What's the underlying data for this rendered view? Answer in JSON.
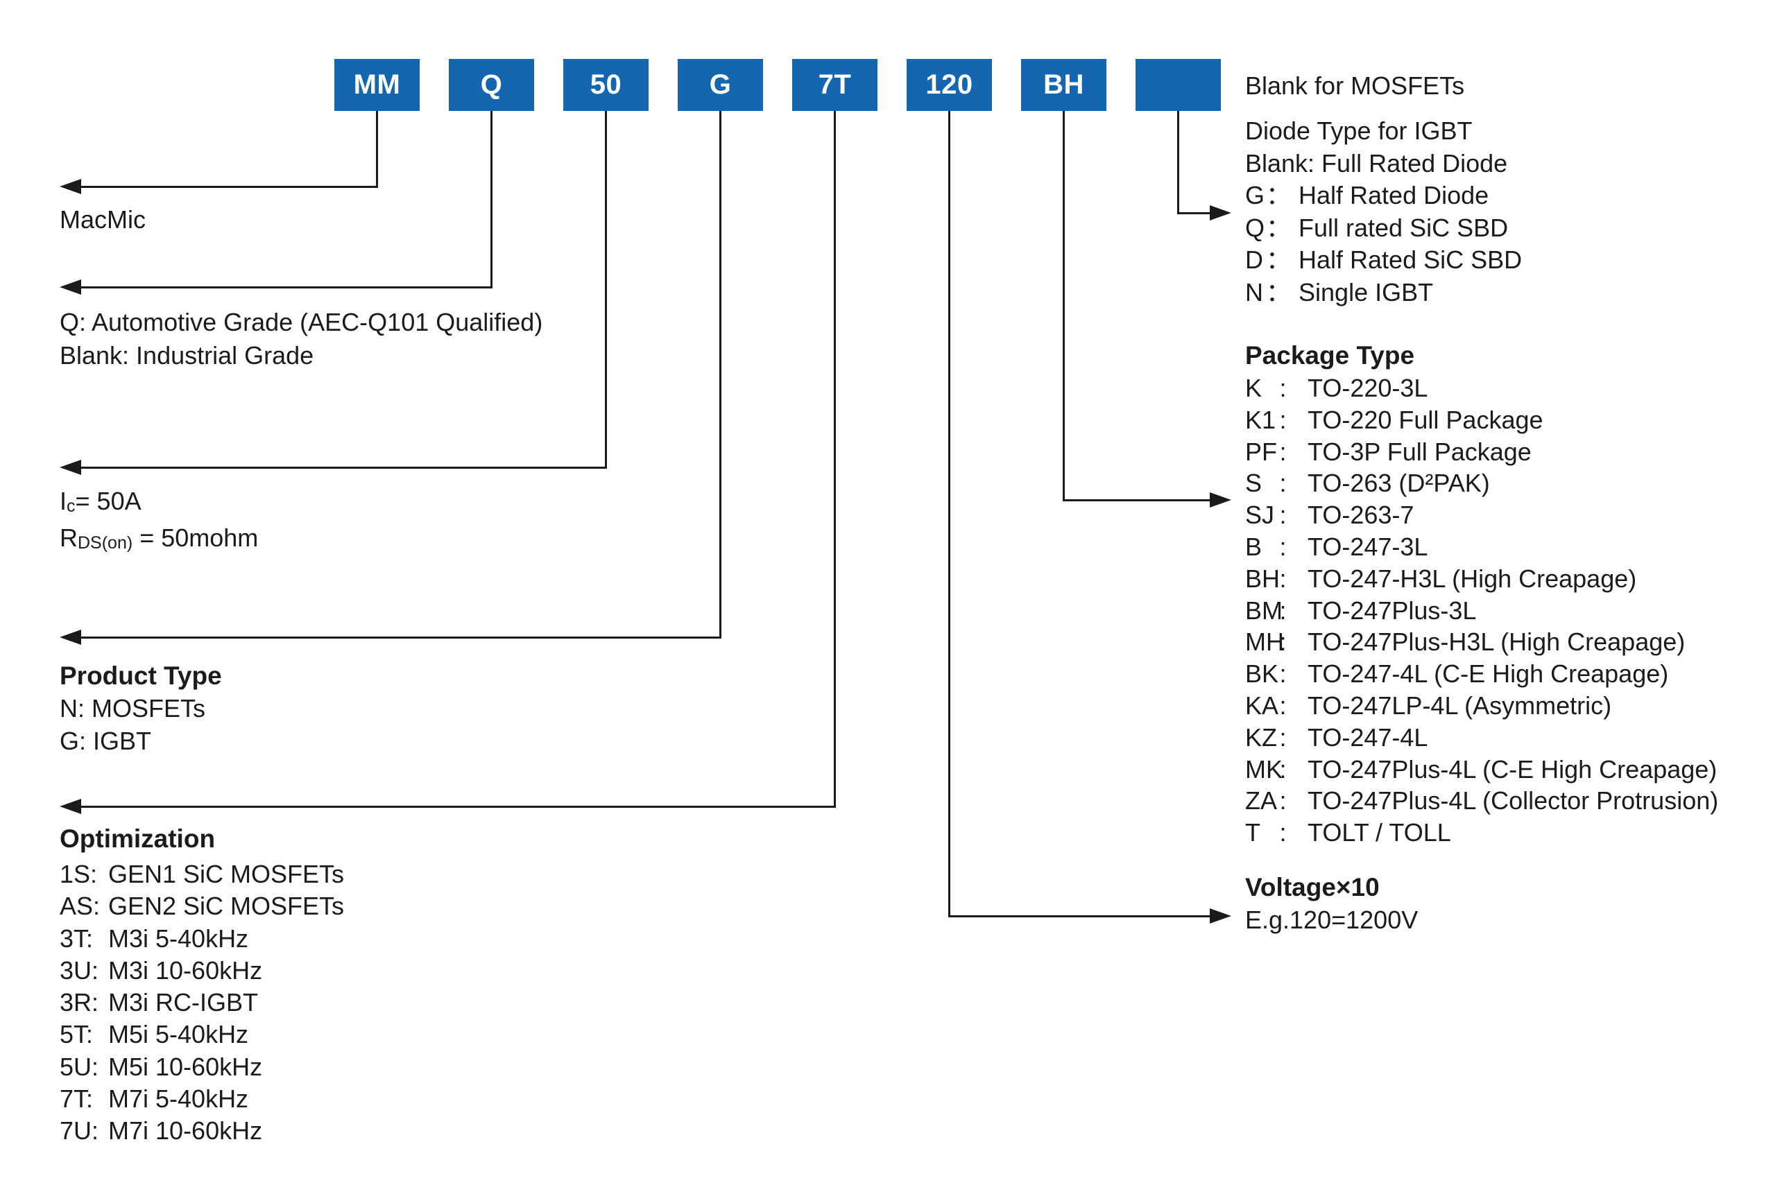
{
  "colors": {
    "box_blue": "#1366AF",
    "line_black": "#1b1b1b"
  },
  "part_boxes": [
    {
      "label": "MM"
    },
    {
      "label": "Q"
    },
    {
      "label": "50"
    },
    {
      "label": "G"
    },
    {
      "label": "7T"
    },
    {
      "label": "120"
    },
    {
      "label": "BH"
    },
    {
      "label": ""
    }
  ],
  "left": {
    "brand": "MacMic",
    "grade": {
      "lines": [
        "Q: Automotive Grade (AEC-Q101 Qualified)",
        "Blank: Industrial Grade"
      ]
    },
    "rating": {
      "i_sym": "I",
      "i_sub": "c",
      "i_rest": "= 50A",
      "r_sym": "R",
      "r_sub": "DS(on)",
      "r_rest": " = 50mohm"
    },
    "product_type": {
      "title": "Product Type",
      "lines": [
        "N: MOSFETs",
        "G: IGBT"
      ]
    },
    "optimization": {
      "title": "Optimization",
      "rows": [
        {
          "code": "1S:",
          "desc": "GEN1 SiC MOSFETs"
        },
        {
          "code": "AS:",
          "desc": "GEN2 SiC MOSFETs"
        },
        {
          "code": "3T:",
          "desc": "M3i 5-40kHz"
        },
        {
          "code": "3U:",
          "desc": "M3i 10-60kHz"
        },
        {
          "code": "3R:",
          "desc": "M3i RC-IGBT"
        },
        {
          "code": "5T:",
          "desc": "M5i 5-40kHz"
        },
        {
          "code": "5U:",
          "desc": "M5i 10-60kHz"
        },
        {
          "code": "7T:",
          "desc": "M7i 5-40kHz"
        },
        {
          "code": "7U:",
          "desc": "M7i 10-60kHz"
        }
      ]
    }
  },
  "right": {
    "mosfet_note": "Blank for MOSFETs",
    "diode": {
      "title": "Diode Type for IGBT",
      "subtitle": "Blank: Full Rated Diode",
      "colon": "：",
      "rows": [
        {
          "code": "G",
          "desc": "Half Rated Diode"
        },
        {
          "code": "Q",
          "desc": "Full rated SiC SBD"
        },
        {
          "code": "D",
          "desc": "Half Rated SiC SBD"
        },
        {
          "code": "N",
          "desc": "Single IGBT"
        }
      ]
    },
    "package": {
      "title": "Package Type",
      "colon": ":",
      "rows": [
        {
          "code": "K",
          "desc": "TO-220-3L"
        },
        {
          "code": "K1",
          "desc": "TO-220 Full Package"
        },
        {
          "code": "PF",
          "desc": "TO-3P Full Package"
        },
        {
          "code": "S",
          "desc": "TO-263 (D²PAK)"
        },
        {
          "code": "SJ",
          "desc": "TO-263-7"
        },
        {
          "code": "B",
          "desc": "TO-247-3L"
        },
        {
          "code": "BH",
          "desc": "TO-247-H3L (High Creapage)"
        },
        {
          "code": "BM",
          "desc": "TO-247Plus-3L"
        },
        {
          "code": "MH",
          "desc": "TO-247Plus-H3L (High Creapage)"
        },
        {
          "code": "BK",
          "desc": "TO-247-4L (C-E High Creapage)"
        },
        {
          "code": "KA",
          "desc": "TO-247LP-4L (Asymmetric)"
        },
        {
          "code": "KZ",
          "desc": "TO-247-4L"
        },
        {
          "code": "MK",
          "desc": "TO-247Plus-4L (C-E High Creapage)"
        },
        {
          "code": "ZA",
          "desc": "TO-247Plus-4L (Collector Protrusion)"
        },
        {
          "code": "T",
          "desc": "TOLT / TOLL"
        }
      ]
    },
    "voltage": {
      "title": "Voltage×10",
      "example": "E.g.120=1200V"
    }
  }
}
